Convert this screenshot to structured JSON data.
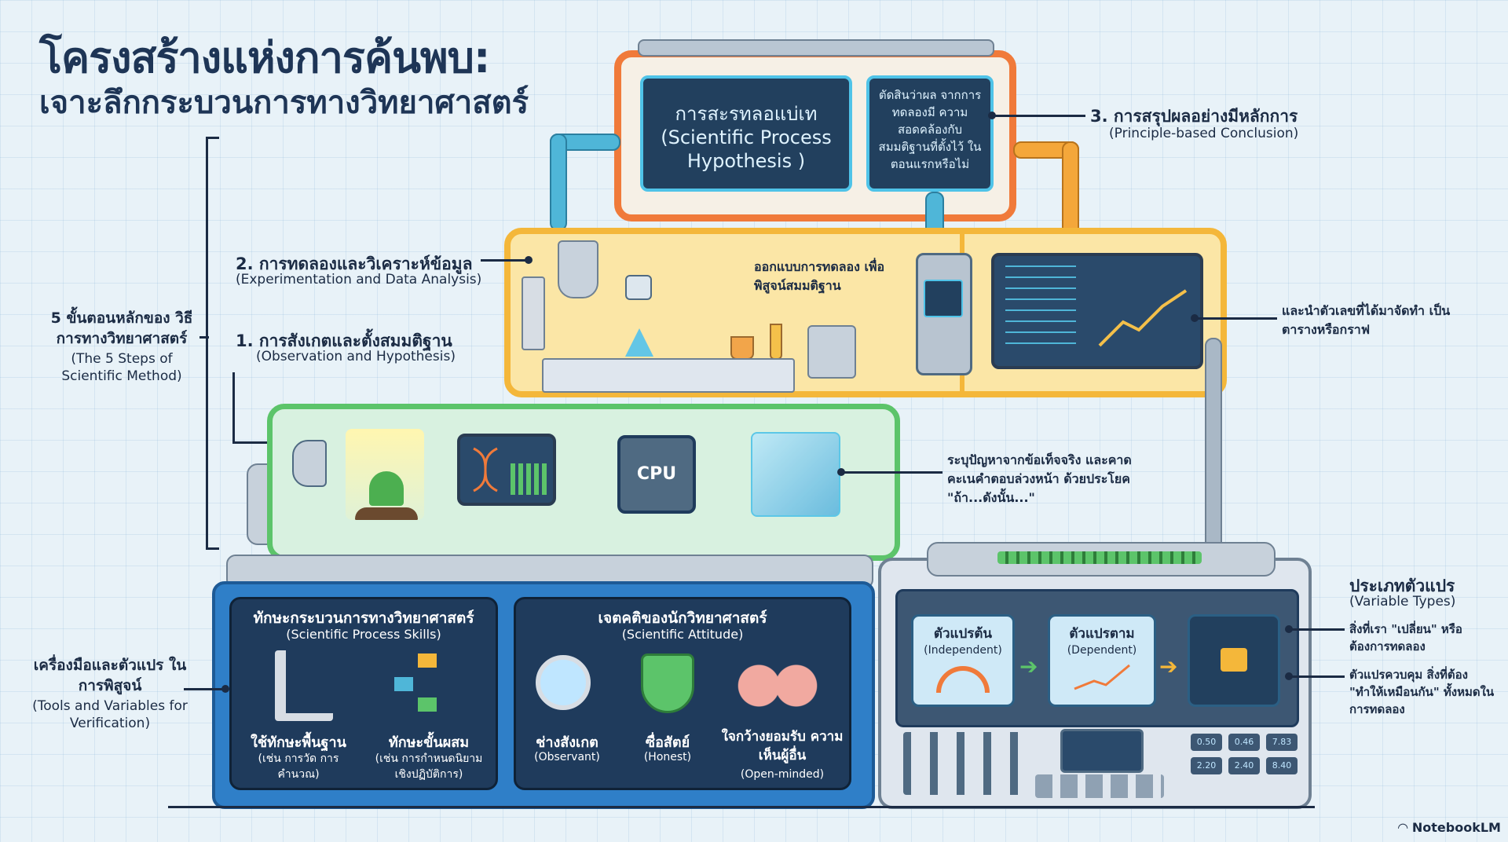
{
  "title": {
    "line1": "โครงสร้างแห่งการค้นพบ:",
    "line2": "เจาะลึกกระบวนการทางวิทยาศาสตร์"
  },
  "method_bracket": {
    "title": "5 ขั้นตอนหลักของ วิธีการทางวิทยาศาสตร์",
    "subtitle": "(The 5 Steps of Scientific Method)"
  },
  "top_module": {
    "main_screen": "การสะรทลอแบ่เท (Scientific Process Hypothesis )",
    "side_screen": "ตัดสินว่าผล จากการทดลองมี ความสอดคล้องกับ สมมติฐานที่ตั้งไว้ ในตอนแรกหรือไม่"
  },
  "step3": {
    "title": "3. การสรุปผลอย่างมีหลักการ",
    "subtitle": "(Principle-based Conclusion)"
  },
  "step2": {
    "title": "2. การทดลองและวิเคราะห์ข้อมูล",
    "subtitle": "(Experimentation and Data Analysis)"
  },
  "step1": {
    "title": "1. การสังเกตและตั้งสมมติฐาน",
    "subtitle": "(Observation and Hypothesis)"
  },
  "lab_note": "ออกแบบการทดลอง เพื่อพิสูจน์สมมติฐาน",
  "chart_note": "และนำตัวเลขที่ได้มาจัดทำ เป็นตารางหรือกราฟ",
  "observe_note": "ระบุปัญหาจากข้อเท็จจริง และคาดคะเนคำตอบล่วงหน้า ด้วยประโยค \"ถ้า...ดังนั้น...\"",
  "cpu_label": "CPU",
  "tools": {
    "title": "เครื่องมือและตัวแปร ในการพิสูจน์",
    "subtitle": "(Tools and Variables for Verification)"
  },
  "skills_panel": {
    "title": "ทักษะกระบวนการทางวิทยาศาสตร์",
    "subtitle": "(Scientific Process Skills)",
    "items": [
      {
        "label": "ใช้ทักษะพื้นฐาน",
        "detail": "(เช่น การวัด การคำนวณ)"
      },
      {
        "label": "ทักษะขั้นผสม",
        "detail": "(เช่น การกำหนดนิยาม เชิงปฏิบัติการ)"
      }
    ]
  },
  "attitude_panel": {
    "title": "เจตคติของนักวิทยาศาสตร์",
    "subtitle": "(Scientific Attitude)",
    "items": [
      {
        "label": "ช่างสังเกต",
        "detail": "(Observant)"
      },
      {
        "label": "ซื่อสัตย์",
        "detail": "(Honest)"
      },
      {
        "label": "ใจกว้างยอมรับ ความเห็นผู้อื่น",
        "detail": "(Open-minded)"
      }
    ]
  },
  "variables": {
    "title": "ประเภทตัวแปร",
    "subtitle": "(Variable Types)",
    "independent": {
      "label": "ตัวแปรต้น",
      "sub": "(Independent)"
    },
    "dependent": {
      "label": "ตัวแปรตาม",
      "sub": "(Dependent)"
    },
    "note_change": "สิ่งที่เรา \"เปลี่ยน\" หรือต้องการทดลอง",
    "note_control": "ตัวแปรควบคุม สิ่งที่ต้อง \"ทำให้เหมือนกัน\" ทั้งหมดในการทดลอง"
  },
  "keypad": [
    "0.50",
    "0.46",
    "7.83",
    "2.20",
    "2.40",
    "8.40"
  ],
  "brand": "NotebookLM",
  "colors": {
    "top_module": "#f07a3a",
    "lab_module": "#f4b73a",
    "observe_module": "#5cc46a",
    "tools_module": "#2f7fc8",
    "pipe_blue": "#4fb6d8",
    "pipe_orange": "#f4a73a"
  }
}
